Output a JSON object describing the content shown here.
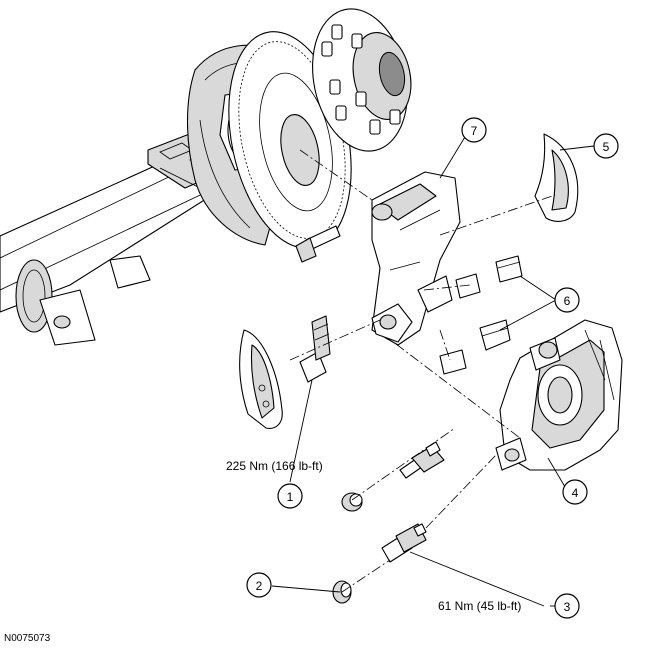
{
  "figure_id": "N0075073",
  "torque_specs": {
    "caliper_bracket_bolt": "225 Nm (166 lb-ft)",
    "caliper_pin_bolt": "61 Nm (45 lb-ft)"
  },
  "callouts": [
    {
      "number": "1"
    },
    {
      "number": "2"
    },
    {
      "number": "3"
    },
    {
      "number": "4"
    },
    {
      "number": "5"
    },
    {
      "number": "6"
    },
    {
      "number": "7"
    }
  ]
}
